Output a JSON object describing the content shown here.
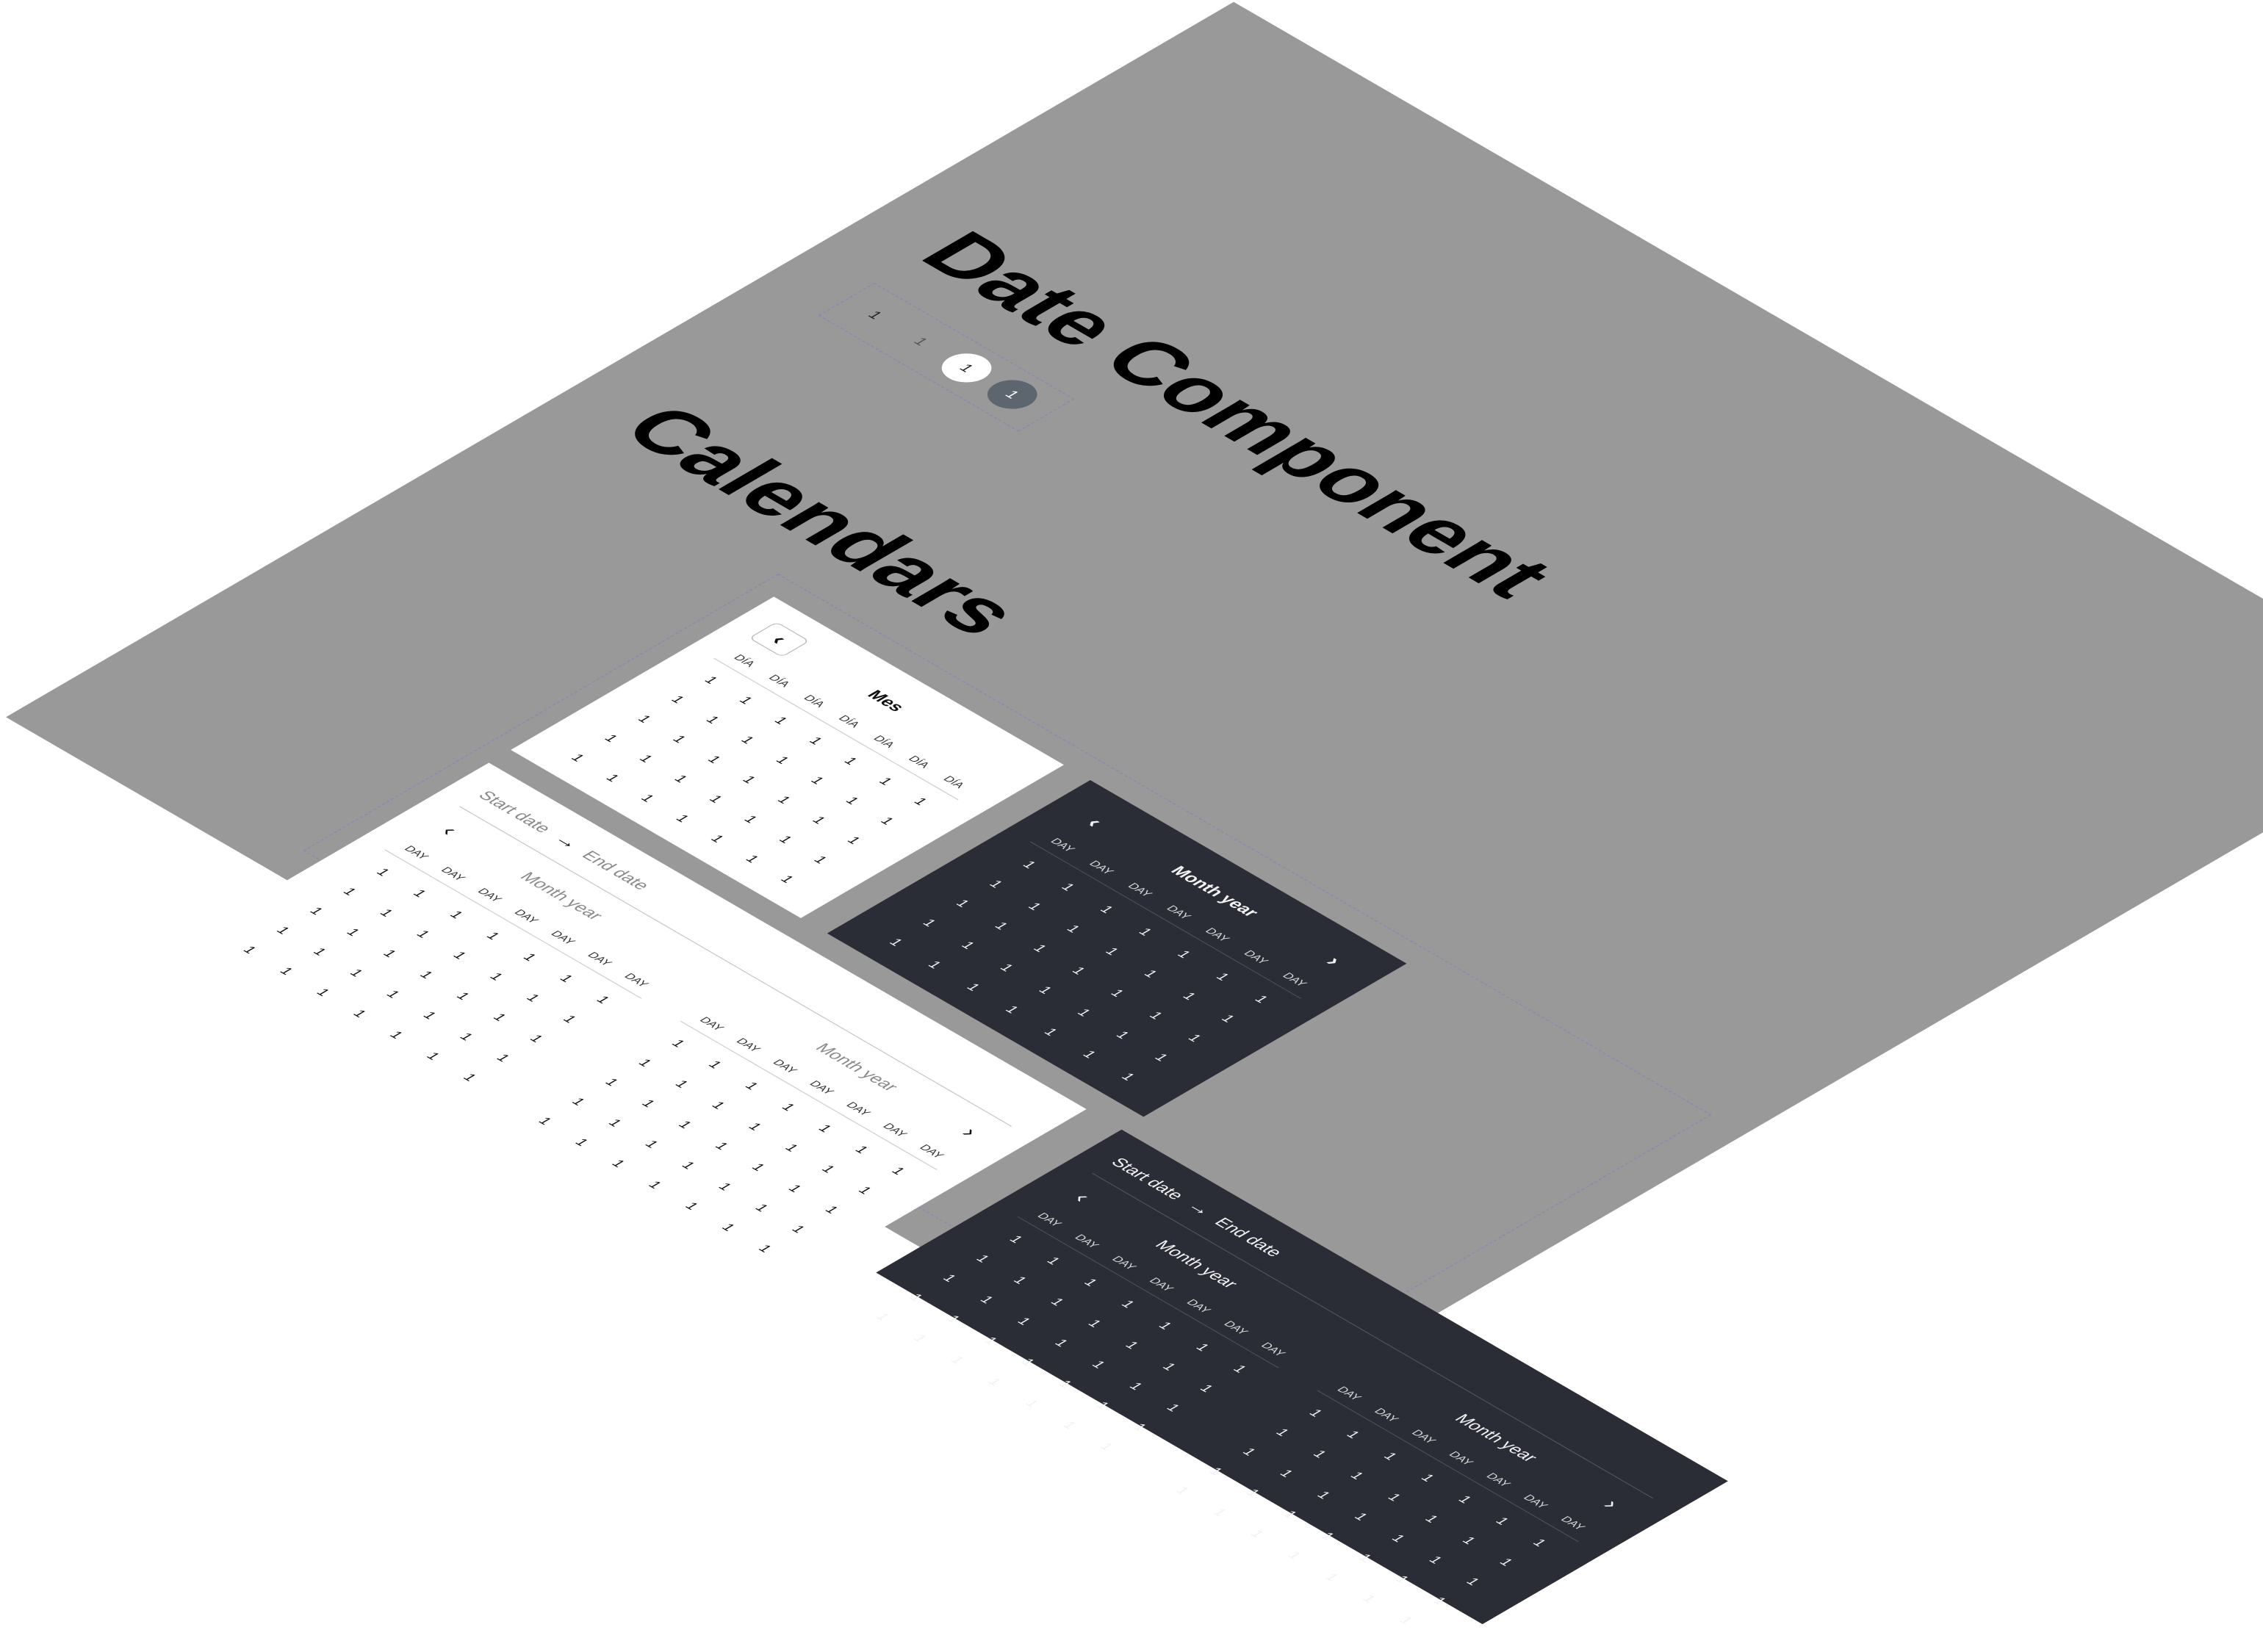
{
  "page": {
    "title": "Date Component",
    "section_title": "Calendars"
  },
  "chips": [
    "1",
    "1",
    "1",
    "1"
  ],
  "icons": {
    "prev": "‹",
    "next": "›",
    "range_arrow": "→"
  },
  "calendars": {
    "single_light": {
      "header": "Mes",
      "weekdays": [
        "DÍA",
        "DÍA",
        "DÍA",
        "DÍA",
        "DÍA",
        "DÍA",
        "DÍA"
      ],
      "days": [
        "1",
        "1",
        "1",
        "1",
        "1",
        "1",
        "1",
        "1",
        "1",
        "1",
        "1",
        "1",
        "1",
        "1",
        "1",
        "1",
        "1",
        "1",
        "1",
        "1",
        "1",
        "1",
        "1",
        "1",
        "1",
        "1",
        "1",
        "1",
        "1",
        "1",
        "1",
        "1",
        "1",
        "1",
        "1"
      ]
    },
    "single_dark": {
      "header": "Month year",
      "weekdays": [
        "DAY",
        "DAY",
        "DAY",
        "DAY",
        "DAY",
        "DAY",
        "DAY"
      ],
      "days": [
        "1",
        "1",
        "1",
        "1",
        "1",
        "1",
        "1",
        "1",
        "1",
        "1",
        "1",
        "1",
        "1",
        "1",
        "1",
        "1",
        "1",
        "1",
        "1",
        "1",
        "1",
        "1",
        "1",
        "1",
        "1",
        "1",
        "1",
        "1",
        "1",
        "1",
        "1",
        "1",
        "1",
        "1",
        "1"
      ]
    },
    "range_light": {
      "start_label": "Start date",
      "end_label": "End date",
      "months": [
        {
          "header": "Month year",
          "weekdays": [
            "DAY",
            "DAY",
            "DAY",
            "DAY",
            "DAY",
            "DAY",
            "DAY"
          ],
          "days": [
            "1",
            "1",
            "1",
            "1",
            "1",
            "1",
            "1",
            "1",
            "1",
            "1",
            "1",
            "1",
            "1",
            "1",
            "1",
            "1",
            "1",
            "1",
            "1",
            "1",
            "1",
            "1",
            "1",
            "1",
            "1",
            "1",
            "1",
            "1",
            "1",
            "1",
            "1",
            "1",
            "1",
            "1",
            "1"
          ]
        },
        {
          "header": "Month year",
          "weekdays": [
            "DAY",
            "DAY",
            "DAY",
            "DAY",
            "DAY",
            "DAY",
            "DAY"
          ],
          "days": [
            "1",
            "1",
            "1",
            "1",
            "1",
            "1",
            "1",
            "1",
            "1",
            "1",
            "1",
            "1",
            "1",
            "1",
            "1",
            "1",
            "1",
            "1",
            "1",
            "1",
            "1",
            "1",
            "1",
            "1",
            "1",
            "1",
            "1",
            "1",
            "1",
            "1",
            "1",
            "1",
            "1",
            "1",
            "1"
          ]
        }
      ]
    },
    "range_dark": {
      "start_label": "Start date",
      "end_label": "End date",
      "months": [
        {
          "header": "Month year",
          "weekdays": [
            "DAY",
            "DAY",
            "DAY",
            "DAY",
            "DAY",
            "DAY",
            "DAY"
          ],
          "days": [
            "1",
            "1",
            "1",
            "1",
            "1",
            "1",
            "1",
            "1",
            "1",
            "1",
            "1",
            "1",
            "1",
            "1",
            "1",
            "1",
            "1",
            "1",
            "1",
            "1",
            "1",
            "1",
            "1",
            "1",
            "1",
            "1",
            "1",
            "1",
            "1",
            "1",
            "1",
            "1",
            "1",
            "1",
            "1"
          ]
        },
        {
          "header": "Month year",
          "weekdays": [
            "DAY",
            "DAY",
            "DAY",
            "DAY",
            "DAY",
            "DAY",
            "DAY"
          ],
          "days": [
            "1",
            "1",
            "1",
            "1",
            "1",
            "1",
            "1",
            "1",
            "1",
            "1",
            "1",
            "1",
            "1",
            "1",
            "1",
            "1",
            "1",
            "1",
            "1",
            "1",
            "1",
            "1",
            "1",
            "1",
            "1",
            "1",
            "1",
            "1",
            "1",
            "1",
            "1",
            "1",
            "1",
            "1",
            "1"
          ]
        }
      ]
    }
  },
  "colors": {
    "canvas": "#999999",
    "dark_surface": "#2a2d35",
    "light_surface": "#ffffff",
    "chip_white": "#ffffff",
    "chip_dark": "#5d666e",
    "dash_border": "#8b86b0"
  }
}
